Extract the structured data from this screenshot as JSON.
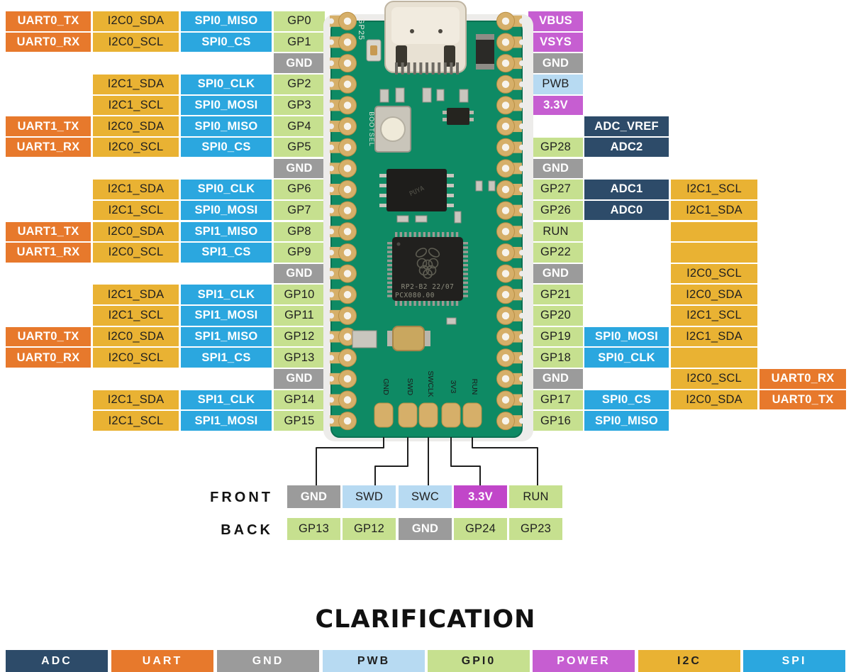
{
  "title": "CLARIFICATION",
  "palette": {
    "uart": "#E7792C",
    "i2c": "#E9B233",
    "spi": "#2BA7DF",
    "gpio": "#C6E08F",
    "gnd": "#9B9B9B",
    "power": "#C65ED1",
    "power_front": "#C146C9",
    "pwb": "#B7DAF2",
    "adc": "#2D4B69"
  },
  "left_table": {
    "rows": [
      {
        "pin": "GP0",
        "pc": "gpio",
        "cells": [
          [
            "UART0_TX",
            "uart",
            0
          ],
          [
            "I2C0_SDA",
            "i2c",
            1
          ],
          [
            "SPI0_MISO",
            "spi",
            2
          ]
        ]
      },
      {
        "pin": "GP1",
        "pc": "gpio",
        "cells": [
          [
            "UART0_RX",
            "uart",
            0
          ],
          [
            "I2C0_SCL",
            "i2c",
            1
          ],
          [
            "SPI0_CS",
            "spi",
            2
          ]
        ]
      },
      {
        "pin": "GND",
        "pc": "gnd",
        "cells": []
      },
      {
        "pin": "GP2",
        "pc": "gpio",
        "cells": [
          [
            "I2C1_SDA",
            "i2c",
            1
          ],
          [
            "SPI0_CLK",
            "spi",
            2
          ]
        ]
      },
      {
        "pin": "GP3",
        "pc": "gpio",
        "cells": [
          [
            "I2C1_SCL",
            "i2c",
            1
          ],
          [
            "SPI0_MOSI",
            "spi",
            2
          ]
        ]
      },
      {
        "pin": "GP4",
        "pc": "gpio",
        "cells": [
          [
            "UART1_TX",
            "uart",
            0
          ],
          [
            "I2C0_SDA",
            "i2c",
            1
          ],
          [
            "SPI0_MISO",
            "spi",
            2
          ]
        ]
      },
      {
        "pin": "GP5",
        "pc": "gpio",
        "cells": [
          [
            "UART1_RX",
            "uart",
            0
          ],
          [
            "I2C0_SCL",
            "i2c",
            1
          ],
          [
            "SPI0_CS",
            "spi",
            2
          ]
        ]
      },
      {
        "pin": "GND",
        "pc": "gnd",
        "cells": []
      },
      {
        "pin": "GP6",
        "pc": "gpio",
        "cells": [
          [
            "I2C1_SDA",
            "i2c",
            1
          ],
          [
            "SPI0_CLK",
            "spi",
            2
          ]
        ]
      },
      {
        "pin": "GP7",
        "pc": "gpio",
        "cells": [
          [
            "I2C1_SCL",
            "i2c",
            1
          ],
          [
            "SPI0_MOSI",
            "spi",
            2
          ]
        ]
      },
      {
        "pin": "GP8",
        "pc": "gpio",
        "cells": [
          [
            "UART1_TX",
            "uart",
            0
          ],
          [
            "I2C0_SDA",
            "i2c",
            1
          ],
          [
            "SPI1_MISO",
            "spi",
            2
          ]
        ]
      },
      {
        "pin": "GP9",
        "pc": "gpio",
        "cells": [
          [
            "UART1_RX",
            "uart",
            0
          ],
          [
            "I2C0_SCL",
            "i2c",
            1
          ],
          [
            "SPI1_CS",
            "spi",
            2
          ]
        ]
      },
      {
        "pin": "GND",
        "pc": "gnd",
        "cells": []
      },
      {
        "pin": "GP10",
        "pc": "gpio",
        "cells": [
          [
            "I2C1_SDA",
            "i2c",
            1
          ],
          [
            "SPI1_CLK",
            "spi",
            2
          ]
        ]
      },
      {
        "pin": "GP11",
        "pc": "gpio",
        "cells": [
          [
            "I2C1_SCL",
            "i2c",
            1
          ],
          [
            "SPI1_MOSI",
            "spi",
            2
          ]
        ]
      },
      {
        "pin": "GP12",
        "pc": "gpio",
        "cells": [
          [
            "UART0_TX",
            "uart",
            0
          ],
          [
            "I2C0_SDA",
            "i2c",
            1
          ],
          [
            "SPI1_MISO",
            "spi",
            2
          ]
        ]
      },
      {
        "pin": "GP13",
        "pc": "gpio",
        "cells": [
          [
            "UART0_RX",
            "uart",
            0
          ],
          [
            "I2C0_SCL",
            "i2c",
            1
          ],
          [
            "SPI1_CS",
            "spi",
            2
          ]
        ]
      },
      {
        "pin": "GND",
        "pc": "gnd",
        "cells": []
      },
      {
        "pin": "GP14",
        "pc": "gpio",
        "cells": [
          [
            "I2C1_SDA",
            "i2c",
            1
          ],
          [
            "SPI1_CLK",
            "spi",
            2
          ]
        ]
      },
      {
        "pin": "GP15",
        "pc": "gpio",
        "cells": [
          [
            "I2C1_SCL",
            "i2c",
            1
          ],
          [
            "SPI1_MOSI",
            "spi",
            2
          ]
        ]
      }
    ]
  },
  "right_table": {
    "rows": [
      {
        "pin": "VBUS",
        "pc": "power",
        "cells": []
      },
      {
        "pin": "VSYS",
        "pc": "power",
        "cells": []
      },
      {
        "pin": "GND",
        "pc": "gnd",
        "cells": []
      },
      {
        "pin": "PWB",
        "pc": "pwb",
        "cells": []
      },
      {
        "pin": "3.3V",
        "pc": "power",
        "cells": []
      },
      {
        "pin": null,
        "pc": null,
        "cells": [
          [
            "ADC_VREF",
            "adc",
            1
          ]
        ]
      },
      {
        "pin": "GP28",
        "pc": "gpio",
        "cells": [
          [
            "ADC2",
            "adc",
            1
          ]
        ]
      },
      {
        "pin": "GND",
        "pc": "gnd",
        "cells": []
      },
      {
        "pin": "GP27",
        "pc": "gpio",
        "cells": [
          [
            "ADC1",
            "adc",
            1
          ],
          [
            "I2C1_SCL",
            "i2c",
            2
          ]
        ]
      },
      {
        "pin": "GP26",
        "pc": "gpio",
        "cells": [
          [
            "ADC0",
            "adc",
            1
          ],
          [
            "I2C1_SDA",
            "i2c",
            2
          ]
        ]
      },
      {
        "pin": "RUN",
        "pc": "gpio",
        "cells": [
          [
            "",
            "i2c",
            2
          ]
        ]
      },
      {
        "pin": "GP22",
        "pc": "gpio",
        "cells": [
          [
            "",
            "i2c",
            2
          ]
        ]
      },
      {
        "pin": "GND",
        "pc": "gnd",
        "cells": [
          [
            "I2C0_SCL",
            "i2c",
            2
          ]
        ]
      },
      {
        "pin": "GP21",
        "pc": "gpio",
        "cells": [
          [
            "I2C0_SDA",
            "i2c",
            2
          ]
        ]
      },
      {
        "pin": "GP20",
        "pc": "gpio",
        "cells": [
          [
            "I2C1_SCL",
            "i2c",
            2
          ]
        ]
      },
      {
        "pin": "GP19",
        "pc": "gpio",
        "cells": [
          [
            "SPI0_MOSI",
            "spi",
            1
          ],
          [
            "I2C1_SDA",
            "i2c",
            2
          ]
        ]
      },
      {
        "pin": "GP18",
        "pc": "gpio",
        "cells": [
          [
            "SPI0_CLK",
            "spi",
            1
          ],
          [
            "",
            "i2c",
            2
          ]
        ]
      },
      {
        "pin": "GND",
        "pc": "gnd",
        "cells": [
          [
            "I2C0_SCL",
            "i2c",
            2
          ],
          [
            "UART0_RX",
            "uart",
            3
          ]
        ]
      },
      {
        "pin": "GP17",
        "pc": "gpio",
        "cells": [
          [
            "SPI0_CS",
            "spi",
            1
          ],
          [
            "I2C0_SDA",
            "i2c",
            2
          ],
          [
            "UART0_TX",
            "uart",
            3
          ]
        ]
      },
      {
        "pin": "GP16",
        "pc": "gpio",
        "cells": [
          [
            "SPI0_MISO",
            "spi",
            1
          ]
        ]
      }
    ]
  },
  "front": {
    "label": "FRONT",
    "cells": [
      [
        "GND",
        "gnd"
      ],
      [
        "SWD",
        "pwb"
      ],
      [
        "SWC",
        "pwb"
      ],
      [
        "3.3V",
        "power_front"
      ],
      [
        "RUN",
        "gpio"
      ]
    ]
  },
  "back": {
    "label": "BACK",
    "cells": [
      [
        "GP13",
        "gpio"
      ],
      [
        "GP12",
        "gpio"
      ],
      [
        "GND",
        "gnd"
      ],
      [
        "GP24",
        "gpio"
      ],
      [
        "GP23",
        "gpio"
      ]
    ]
  },
  "legend": {
    "items": [
      [
        "ADC",
        "adc"
      ],
      [
        "UART",
        "uart"
      ],
      [
        "GND",
        "gnd"
      ],
      [
        "PWB",
        "pwb"
      ],
      [
        "GPI0",
        "gpio"
      ],
      [
        "POWER",
        "power"
      ],
      [
        "I2C",
        "i2c"
      ],
      [
        "SPI",
        "spi"
      ]
    ]
  },
  "board": {
    "gp25": "GP25",
    "bootsel": "BOOTSEL",
    "flash": "PUYA",
    "chip_line1": "RP2-B2  22/07",
    "chip_line2": "PCX080.00",
    "pads": [
      "GND",
      "SWD",
      "SWCLK",
      "3V3",
      "RUN"
    ]
  }
}
